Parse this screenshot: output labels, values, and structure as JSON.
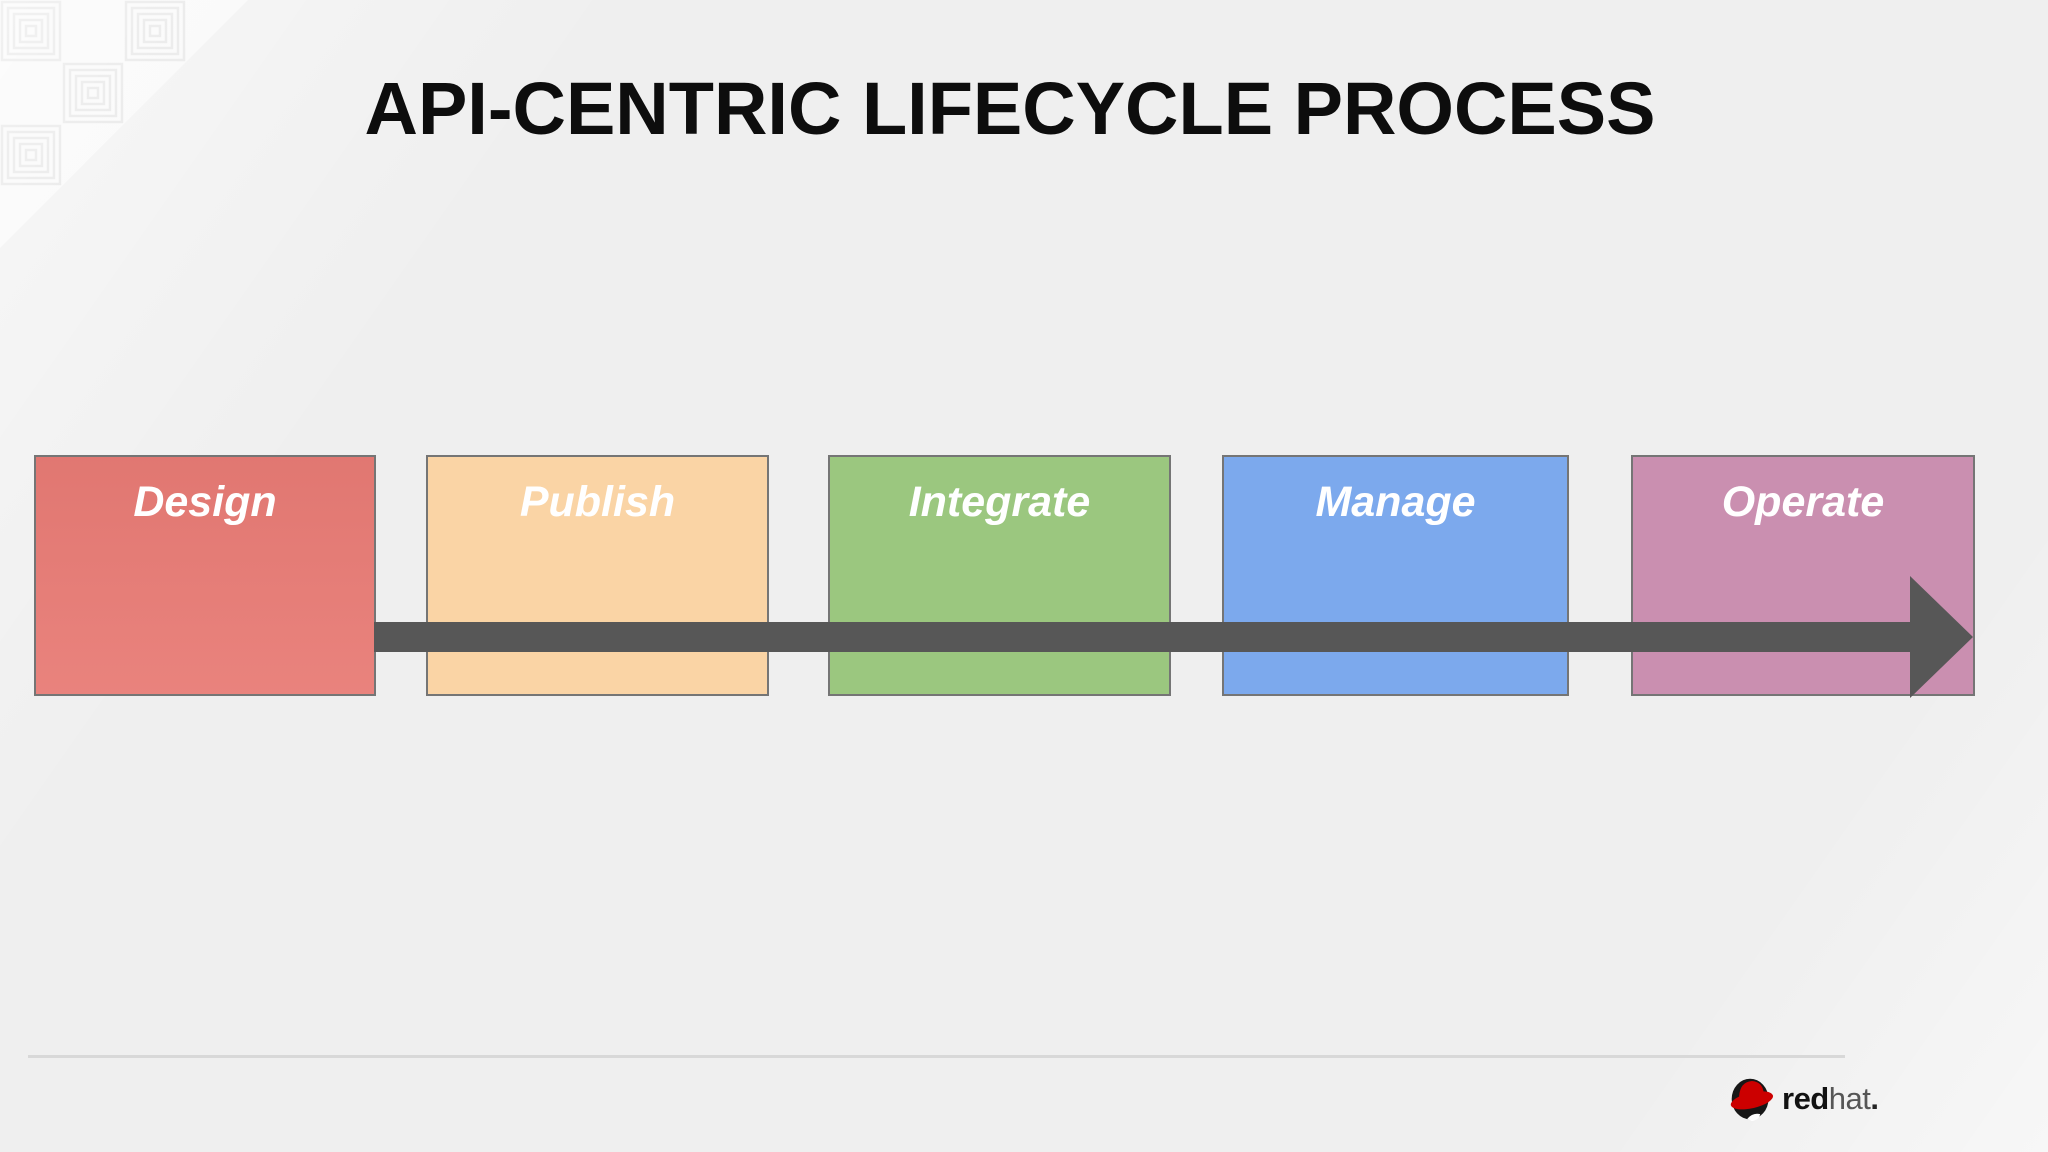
{
  "slide": {
    "title": "API-CENTRIC LIFECYCLE PROCESS",
    "title_color": "#0D0D0D",
    "background_color": "#EFEFEF"
  },
  "process": {
    "type": "horizontal-flow",
    "box_border_color": "#757575",
    "label_color": "#FFFFFF",
    "arrow_color": "#575757",
    "arrow_outline_color": "#4A4A4A",
    "stages": [
      {
        "label": "Design",
        "fill": "#E87B75"
      },
      {
        "label": "Publish",
        "fill": "#FAD4A5"
      },
      {
        "label": "Integrate",
        "fill": "#9BC77F"
      },
      {
        "label": "Manage",
        "fill": "#7CA9ED"
      },
      {
        "label": "Operate",
        "fill": "#CA8FB0"
      }
    ]
  },
  "footer": {
    "divider_color": "#D8D8D8",
    "logo": {
      "word_bold": "red",
      "word_light": "hat",
      "period": ".",
      "word_bold_color": "#121212",
      "word_light_color": "#565656",
      "period_color": "#232323",
      "hat_red": "#CC0000",
      "shadow_black": "#171717"
    }
  }
}
